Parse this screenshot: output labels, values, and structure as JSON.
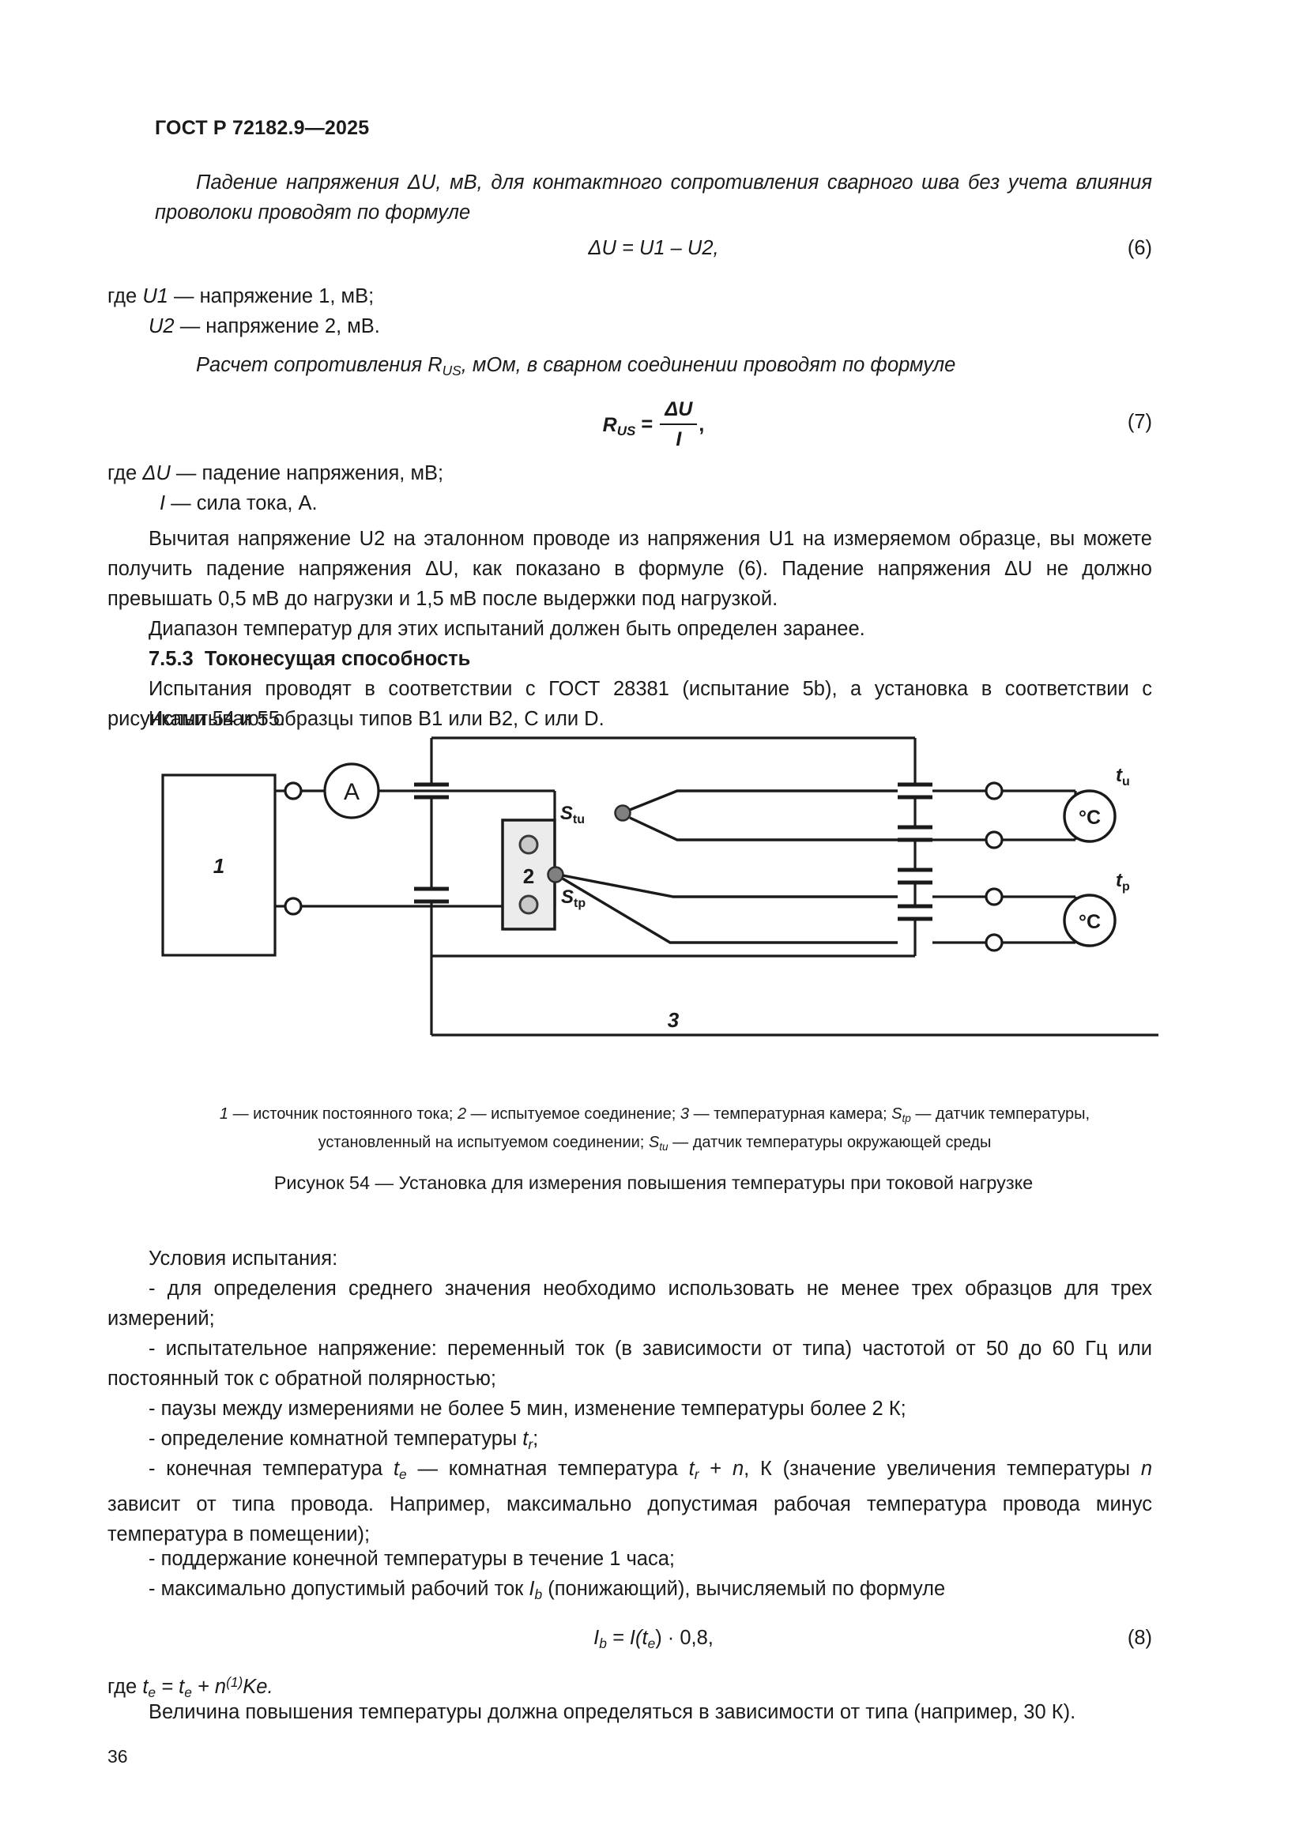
{
  "document": {
    "header": "ГОСТ Р 72182.9—2025",
    "page_number": "36"
  },
  "body": {
    "p_intro_1": "Падение напряжения ΔU, мВ, для контактного сопротивления сварного шва без учета влияния проволоки проводят по формуле",
    "formula6": {
      "expr": "ΔU = U1 – U2,",
      "number": "(6)"
    },
    "where6_line1_prefix": "где ",
    "where6_line1_sym": "U1",
    "where6_line1_text": " — напряжение 1, мВ;",
    "where6_line2_sym": "U2",
    "where6_line2_text": " — напряжение 2, мВ.",
    "p_intro_2_a": "Расчет сопротивления ",
    "p_intro_2_sym": "R",
    "p_intro_2_sub": "US",
    "p_intro_2_b": ", мОм, в сварном соединении проводят по формуле",
    "formula7": {
      "lhs": "R",
      "lhs_sub": "US",
      "eq": " = ",
      "numerator": "ΔU",
      "denominator": "I",
      "tail": ",",
      "number": "(7)"
    },
    "where7_line1_prefix": "где ",
    "where7_line1_sym": "ΔU",
    "where7_line1_text": " — падение напряжения, мВ;",
    "where7_line2_sym": "I",
    "where7_line2_text": " — сила тока, А.",
    "p_subtract": "Вычитая напряжение U2 на эталонном проводе из напряжения U1 на измеряемом образце, вы можете получить падение напряжения ΔU, как показано в формуле (6). Падение напряжения ΔU не должно превышать 0,5 мВ до нагрузки и 1,5 мВ после выдержки под нагрузкой.",
    "p_temp_range": "Диапазон температур для этих испытаний должен быть определен заранее.",
    "heading_753_num": "7.5.3",
    "heading_753_text": "Токонесущая способность",
    "p_test_ref": "Испытания проводят в соответствии с ГОСТ 28381 (испытание 5b), а установка в соответствии с рисунками 54 и 55.",
    "p_specimens": "Испытывают образцы типов B1 или B2, C или D."
  },
  "figure": {
    "labels": {
      "source": "1",
      "joint": "2",
      "chamber": "3",
      "ammeter": "A",
      "sensor_ambient": "S",
      "sensor_ambient_sub": "tu",
      "sensor_joint": "S",
      "sensor_joint_sub": "tp",
      "meter_ambient": "t",
      "meter_ambient_sub": "u",
      "meter_joint": "t",
      "meter_joint_sub": "p",
      "degree_unit": "°C"
    },
    "legend": "1 — источник постоянного тока; 2 — испытуемое соединение; 3 — температурная камера; Stp — датчик температуры, установленный на испытуемом соединении; Stu — датчик температуры окружающей среды",
    "legend_parts": {
      "a": "1 — источник постоянного тока; 2 — испытуемое соединение; 3 — температурная камера; ",
      "s1": "S",
      "s1_sub": "tp",
      "b": " — датчик температуры, установленный на испытуемом соединении; ",
      "s2": "S",
      "s2_sub": "tu",
      "c": " — датчик температуры окружающей среды"
    },
    "caption": "Рисунок 54 — Установка для измерения повышения температуры при токовой нагрузке",
    "colors": {
      "line": "#1a1a1a",
      "specimen_fill": "#ececed",
      "node_fill": "#808080"
    }
  },
  "conditions": {
    "intro": "Условия испытания:",
    "items": [
      "- для определения среднего значения необходимо использовать не менее трех образцов для трех измерений;",
      "- испытательное напряжение: переменный ток (в зависимости от типа) частотой от 50 до 60 Гц или постоянный ток с обратной полярностью;",
      "- паузы между измерениями не более 5 мин, изменение температуры более 2 К;",
      "- определение комнатной температуры tr;",
      "- конечная температура te — комнатная температура tr + n, К (значение увеличения температуры n зависит от типа провода. Например, максимально допустимая рабочая температура провода минус температура в помещении);",
      "- поддержание конечной температуры в течение 1 часа;",
      "- максимально допустимый рабочий ток Ib (понижающий), вычисляемый по формуле"
    ]
  },
  "formula8": {
    "lhs": "I",
    "lhs_sub": "b",
    "body": " = I(t",
    "body_sub": "e",
    "tail": ") · 0,8,",
    "number": "(8)"
  },
  "closing": {
    "where8_prefix": "где ",
    "where8_text": "te = te + n(1)Ke.",
    "final": "Величина повышения температуры должна определяться в зависимости от типа (например, 30 К)."
  }
}
